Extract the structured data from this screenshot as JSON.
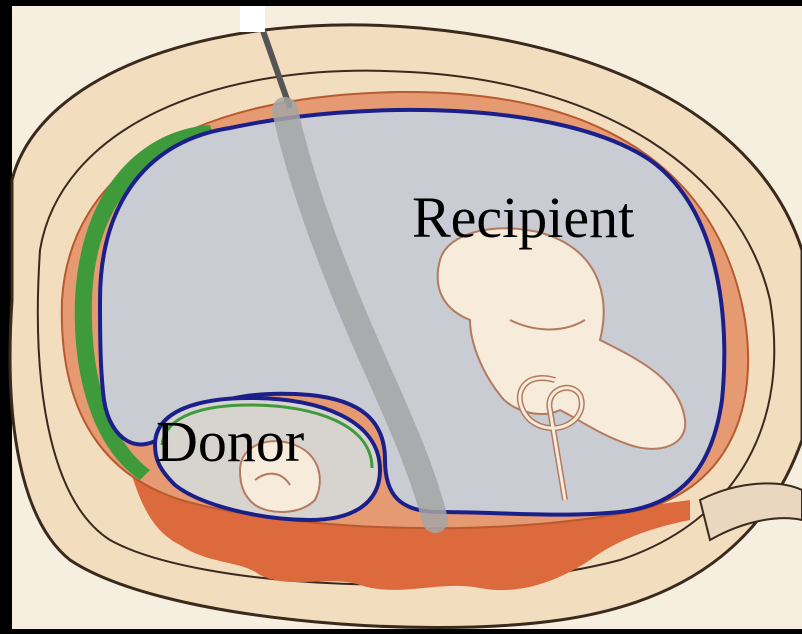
{
  "labels": {
    "recipient": "Recipient",
    "donor": "Donor"
  },
  "colors": {
    "background": "#000000",
    "paper": "#f6eedf",
    "uterus_wall": "#f3ddbf",
    "uterus_outline": "#3a2a1e",
    "amniotic_fluid": "#c9ccd3",
    "amnion_membrane": "#1b1f8a",
    "chorion_green": "#3f9a3c",
    "chorion_orange": "#d9663a",
    "placenta": "#dd6a3c",
    "fetus_skin": "#f7ecdc",
    "fetus_outline": "#b37a5f",
    "laser_fiber": "#9a9a9a"
  },
  "icons": {
    "recipient_fetus": "fetus-figure",
    "donor_fetus": "fetus-figure",
    "fetoscope": "laser-fiber"
  }
}
